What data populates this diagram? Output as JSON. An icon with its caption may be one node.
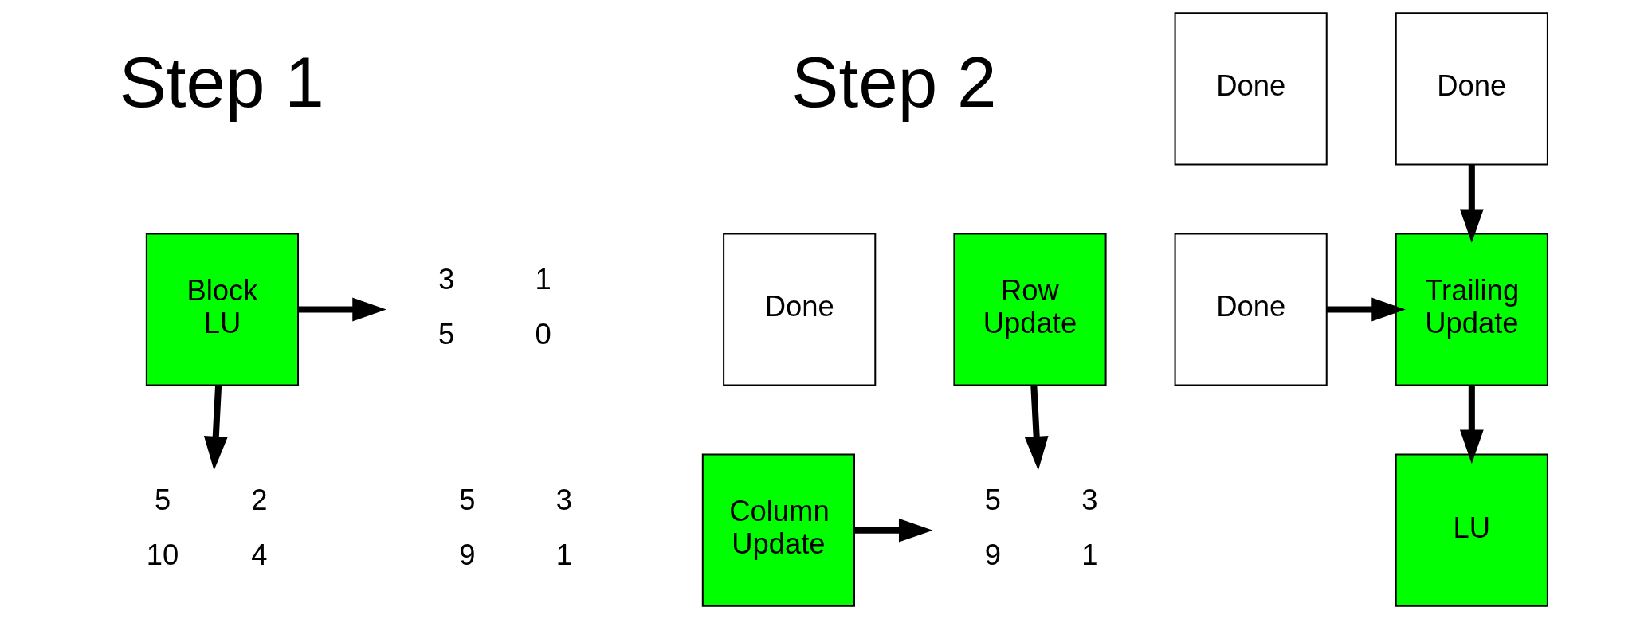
{
  "diagram": {
    "nodes": [
      {
        "text": [
          "Block LU"
        ]
      },
      {
        "text": [
          "3",
          "1",
          "5",
          "0"
        ]
      },
      {
        "text": [
          "5",
          "2",
          "10",
          "4"
        ]
      },
      {
        "text": [
          "Done"
        ]
      },
      {
        "text": [
          "Row Update"
        ]
      },
      {
        "text": [
          "Column Update"
        ]
      },
      {
        "text": [
          "5",
          "3",
          "9",
          "1"
        ]
      },
      {
        "text": [
          "Done"
        ]
      },
      {
        "text": [
          "Done"
        ]
      },
      {
        "text": [
          "Done"
        ]
      },
      {
        "text": [
          "Trailing Update"
        ]
      },
      {
        "text": [
          "LU"
        ]
      }
    ],
    "edges": [
      {
        "from": 0,
        "to": 1,
        "arrow": "to"
      },
      {
        "from": 0,
        "to": 2,
        "arrow": "to"
      },
      {
        "from": 4,
        "to": 6,
        "arrow": "to"
      },
      {
        "from": 5,
        "to": 6,
        "arrow": "to"
      },
      {
        "from": 8,
        "to": 10,
        "arrow": "to"
      },
      {
        "from": 9,
        "to": 10,
        "arrow": "to"
      },
      {
        "from": 10,
        "to": 11,
        "arrow": "to"
      }
    ],
    "labels": [
      "Step 1",
      "Step 2",
      "5",
      "3",
      "9",
      "1"
    ]
  }
}
